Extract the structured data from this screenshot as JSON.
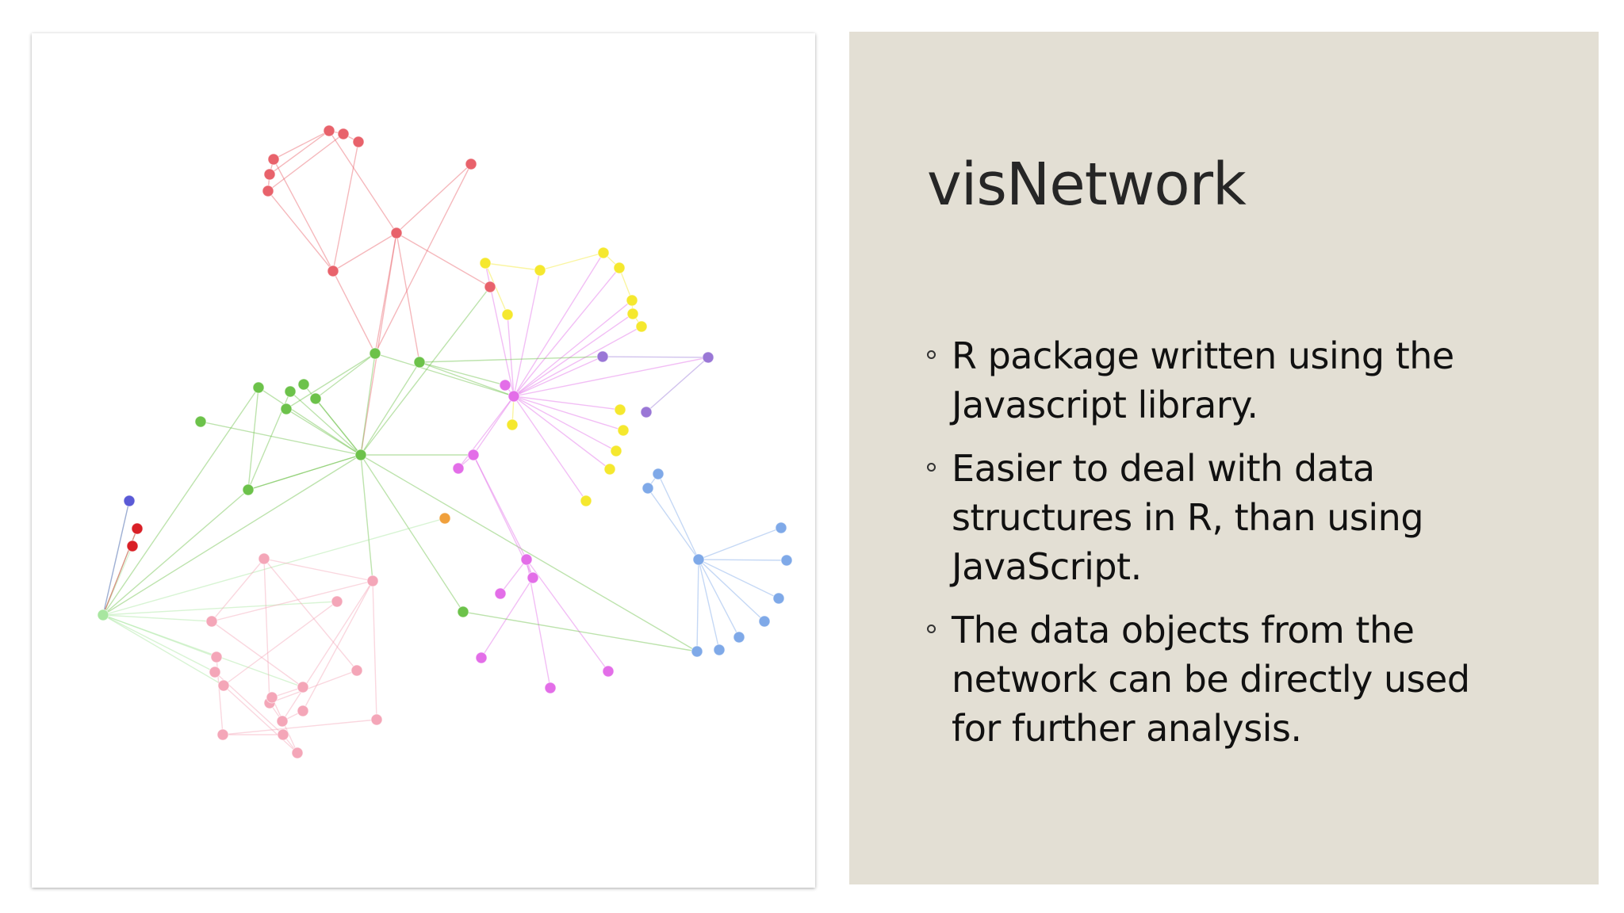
{
  "slide": {
    "title": "visNetwork",
    "panel_color": "#e3dfd4",
    "bullets": [
      "R package written using the Javascript library.",
      "Easier to deal with data structures in R, than using JavaScript.",
      "The data objects from the network can be directly used for further analysis."
    ]
  },
  "network_image": {
    "description_icon": "network-graph-image",
    "group_colors": {
      "red": "#e8626b",
      "yellow": "#f5e82e",
      "green": "#6cc24a",
      "pink": "#f4a6b8",
      "magenta": "#e36ee8",
      "blue": "#7fa9e8",
      "purple": "#9a77d6",
      "orange": "#f0a03c",
      "dark_red": "#d91f26",
      "dark_blue": "#5a5ad6",
      "light_green": "#a8e6a0"
    }
  }
}
